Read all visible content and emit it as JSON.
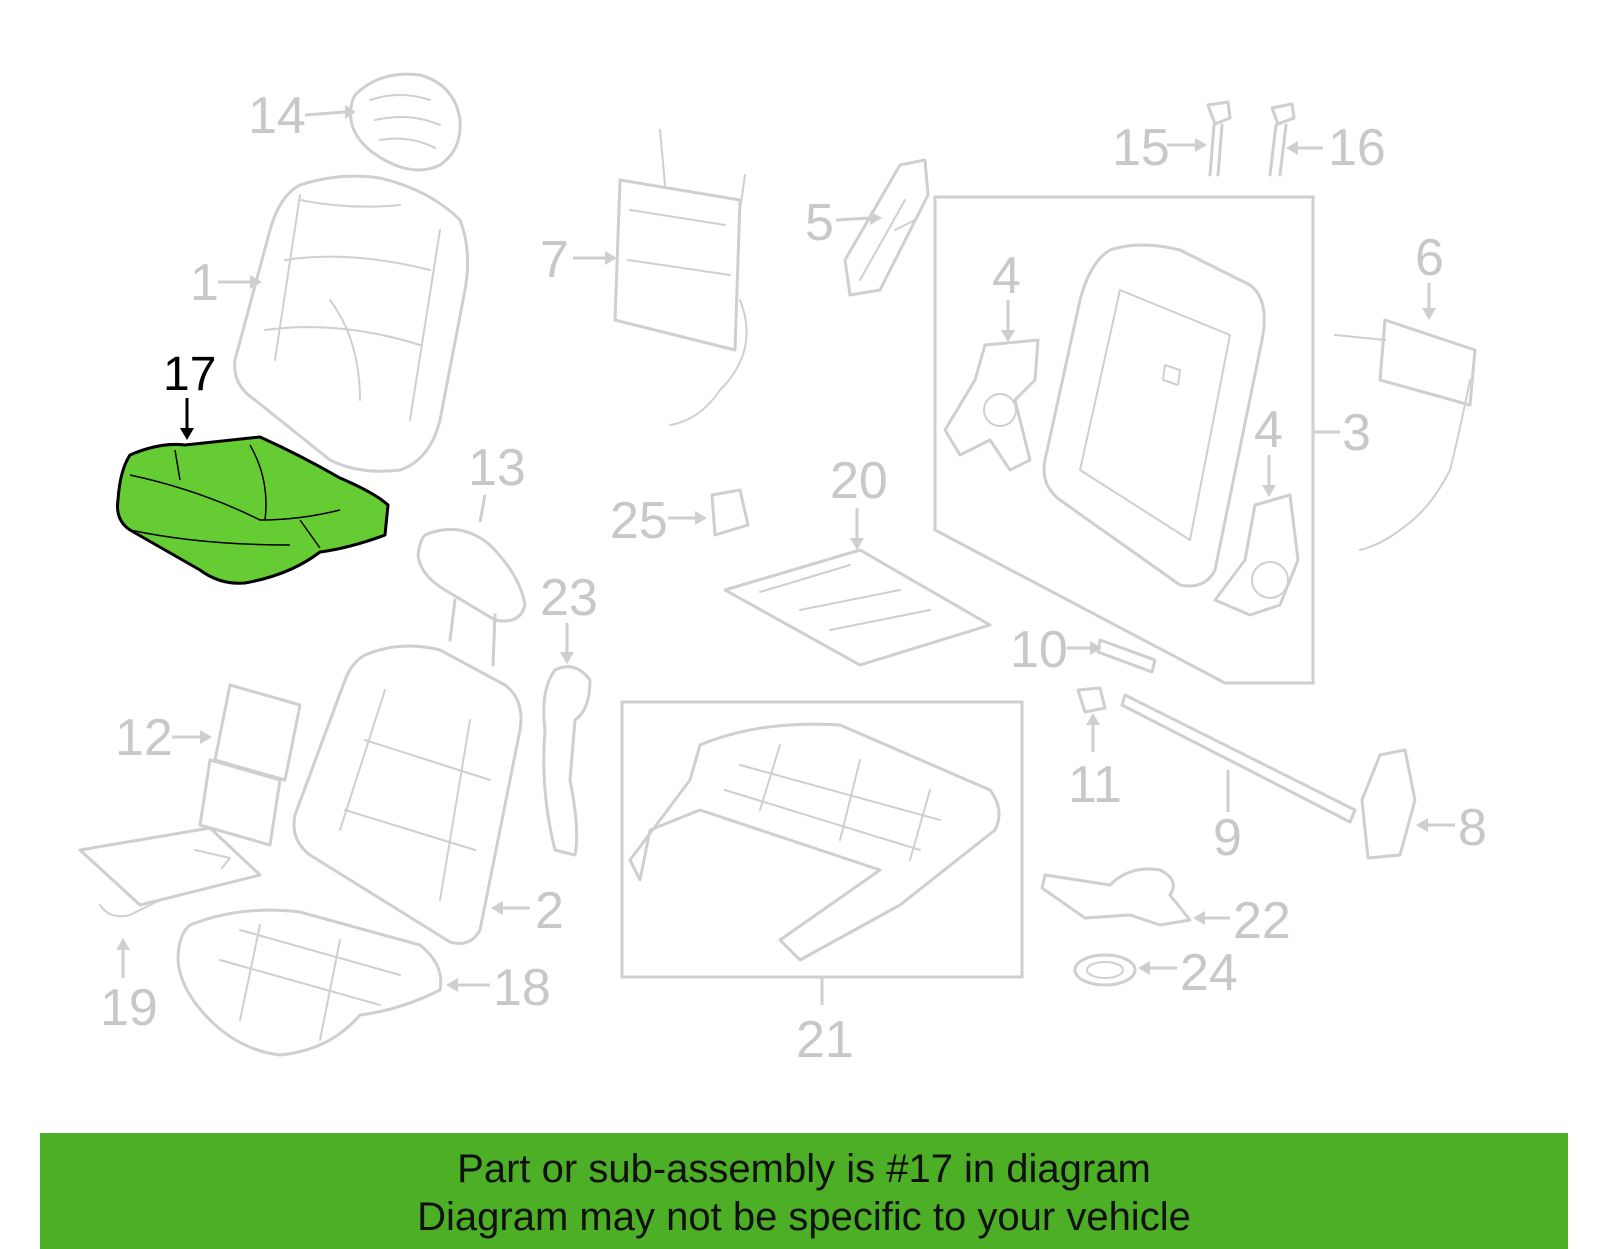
{
  "highlight": {
    "part_number": "17",
    "color": "#66cc33",
    "outline_color": "#000000"
  },
  "callouts": {
    "c1": "1",
    "c2": "2",
    "c3": "3",
    "c4a": "4",
    "c4b": "4",
    "c5": "5",
    "c6": "6",
    "c7": "7",
    "c8": "8",
    "c9": "9",
    "c10": "10",
    "c11": "11",
    "c12": "12",
    "c13": "13",
    "c14": "14",
    "c15": "15",
    "c16": "16",
    "c17": "17",
    "c18": "18",
    "c19": "19",
    "c20": "20",
    "c21": "21",
    "c22": "22",
    "c23": "23",
    "c24": "24",
    "c25": "25"
  },
  "banner": {
    "line1": "Part or sub-assembly is #17 in diagram",
    "line2": "Diagram may not be specific to your vehicle",
    "color": "#4caf25"
  }
}
